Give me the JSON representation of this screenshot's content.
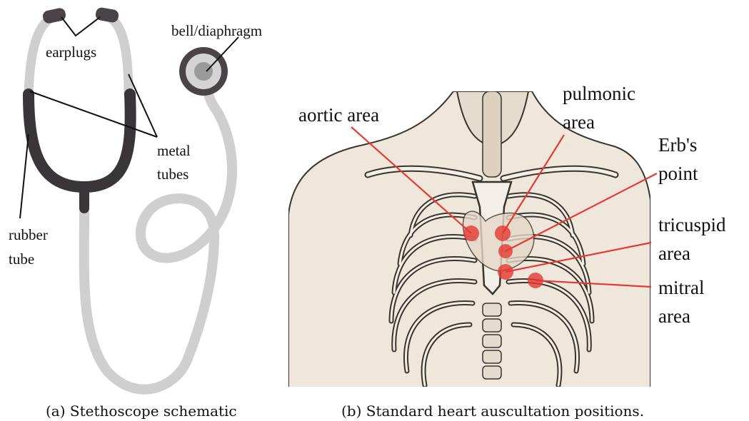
{
  "left_panel": {
    "labels": {
      "earplugs": "earplugs",
      "bell": "bell/diaphragm",
      "metal_1": "metal",
      "metal_2": "tubes",
      "rubber_1": "rubber",
      "rubber_2": "tube"
    },
    "caption": "(a) Stethoscope schematic",
    "colors": {
      "tube_grey": "#cfcfcf",
      "rubber_dark": "#3a3539",
      "earplug": "#4a4448"
    }
  },
  "right_panel": {
    "labels": {
      "aortic": "aortic area",
      "pulmonic_1": "pulmonic",
      "pulmonic_2": "area",
      "erbs_1": "Erb's",
      "erbs_2": "point",
      "tricuspid_1": "tricuspid",
      "tricuspid_2": "area",
      "mitral_1": "mitral",
      "mitral_2": "area"
    },
    "caption": "(b) Standard heart auscultation positions.",
    "colors": {
      "marker": "#e53935",
      "skin": "#efe7db",
      "line": "#3a342e"
    }
  }
}
